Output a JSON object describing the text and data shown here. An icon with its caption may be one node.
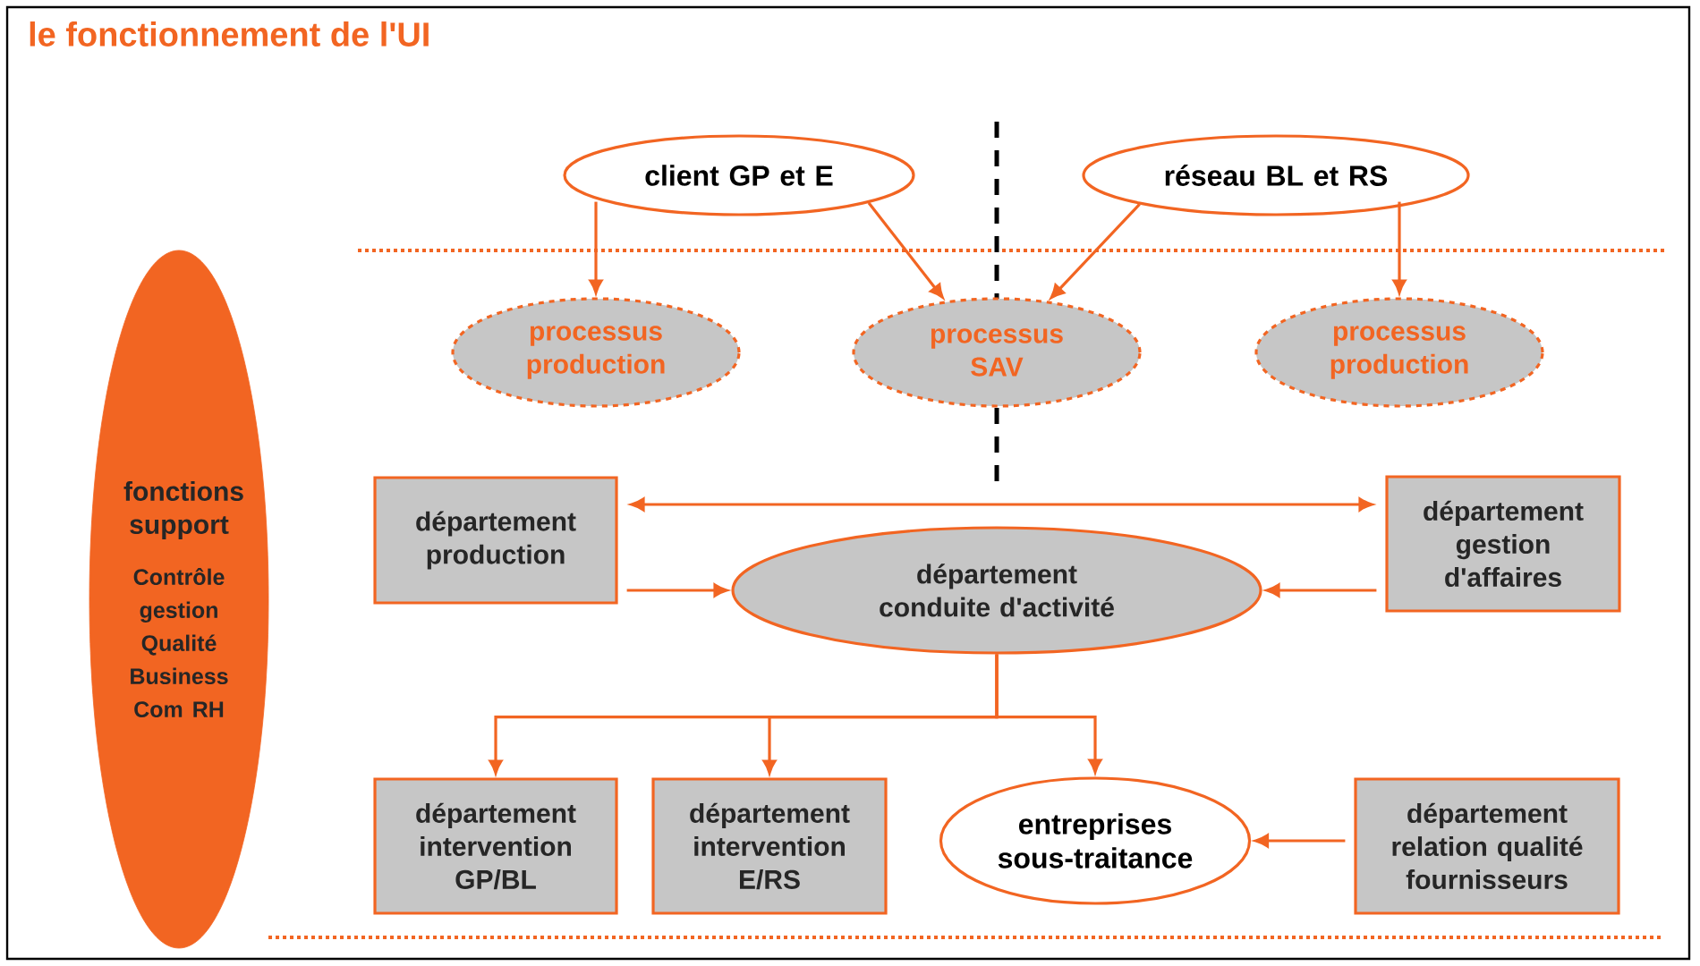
{
  "diagram": {
    "title": "le fonctionnement de l'UI",
    "nodes": [
      {
        "text": [
          "client GP et E"
        ]
      },
      {
        "text": [
          "réseau BL et RS"
        ]
      },
      {
        "text": [
          "processus production"
        ]
      },
      {
        "text": [
          "processus SAV"
        ]
      },
      {
        "text": [
          "processus production"
        ]
      },
      {
        "text": [
          "fonctions support",
          "Contrôle gestion Qualité Business Com RH"
        ]
      },
      {
        "text": [
          "département production"
        ]
      },
      {
        "text": [
          "département gestion d'affaires"
        ]
      },
      {
        "text": [
          "département conduite d'activité"
        ]
      },
      {
        "text": [
          "département intervention GP/BL"
        ]
      },
      {
        "text": [
          "département intervention E/RS"
        ]
      },
      {
        "text": [
          "entreprises sous-traitance"
        ]
      },
      {
        "text": [
          "département relation qualité fournisseurs"
        ]
      }
    ],
    "edges": [
      {
        "from": 0,
        "to": 2,
        "arrow": "to"
      },
      {
        "from": 0,
        "to": 3,
        "arrow": "to"
      },
      {
        "from": 1,
        "to": 3,
        "arrow": "to"
      },
      {
        "from": 1,
        "to": 4,
        "arrow": "to"
      },
      {
        "from": 6,
        "to": 7,
        "arrow": "both"
      },
      {
        "from": 6,
        "to": 8,
        "arrow": "to"
      },
      {
        "from": 7,
        "to": 8,
        "arrow": "to"
      },
      {
        "from": 8,
        "to": 9,
        "arrow": "to"
      },
      {
        "from": 8,
        "to": 10,
        "arrow": "to"
      },
      {
        "from": 8,
        "to": 11,
        "arrow": "to"
      },
      {
        "from": 12,
        "to": 11,
        "arrow": "to"
      }
    ]
  }
}
